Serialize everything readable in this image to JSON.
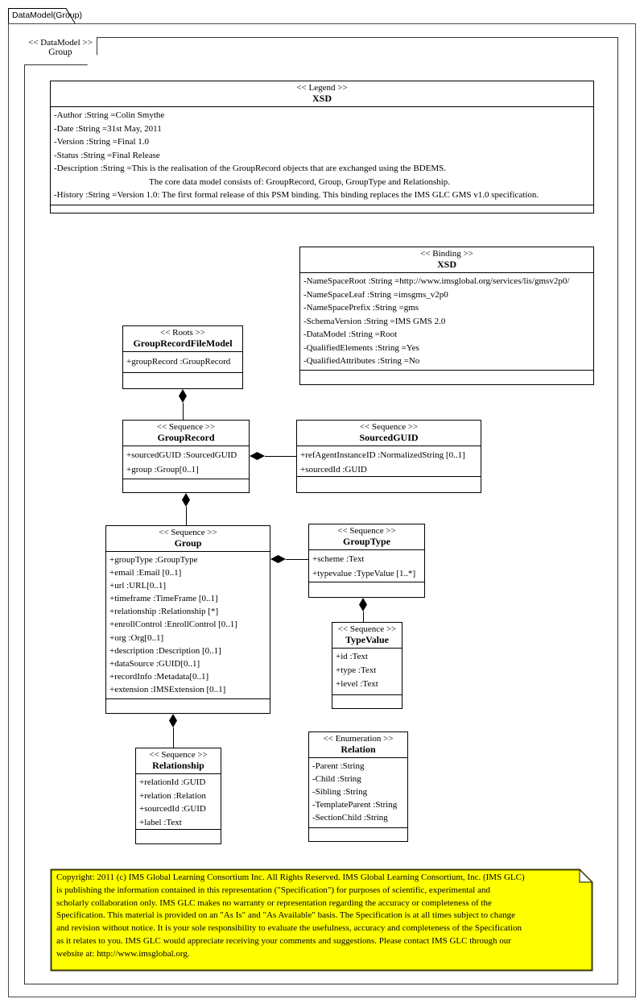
{
  "diagram": {
    "tab_label": "DataModel(Group)",
    "frame_stereotype": "<< DataModel >>",
    "frame_name": "Group"
  },
  "colors": {
    "note_fill": "#ffff00",
    "note_border": "#3b3b0b",
    "line": "#000000",
    "box_fill": "#ffffff"
  },
  "classes": {
    "legend": {
      "stereotype": "<< Legend >>",
      "name": "XSD",
      "attributes": [
        "-Author :String =Colin Smythe",
        "-Date :String =31st May, 2011",
        "-Version :String =Final 1.0",
        "-Status :String =Final Release",
        "-Description :String =This is the realisation of the GroupRecord objects that are exchanged using the BDEMS.",
        {
          "text": "The core data model consists of: GroupRecord, Group, GroupType and Relationship.",
          "indent": 118
        },
        "-History :String =Version 1.0: The first formal release of this PSM binding. This binding replaces the IMS GLC GMS v1.0 specification."
      ]
    },
    "binding": {
      "stereotype": "<< Binding >>",
      "name": "XSD",
      "attributes": [
        "-NameSpaceRoot :String =http://www.imsglobal.org/services/lis/gmsv2p0/",
        "-NameSpaceLeaf :String =imsgms_v2p0",
        "-NameSpacePrefix :String =gms",
        "-SchemaVersion :String =IMS GMS 2.0",
        "-DataModel :String =Root",
        "-QualifiedElements :String =Yes",
        "-QualifiedAttributes :String =No"
      ]
    },
    "roots": {
      "stereotype": "<< Roots >>",
      "name": "GroupRecordFileModel",
      "attributes": [
        "+groupRecord :GroupRecord"
      ]
    },
    "group_record": {
      "stereotype": "<< Sequence >>",
      "name": "GroupRecord",
      "attributes": [
        "+sourcedGUID :SourcedGUID",
        "+group :Group[0..1]"
      ]
    },
    "sourced_guid": {
      "stereotype": "<< Sequence >>",
      "name": "SourcedGUID",
      "attributes": [
        "+refAgentInstanceID :NormalizedString [0..1]",
        "+sourcedId :GUID"
      ]
    },
    "group": {
      "stereotype": "<< Sequence >>",
      "name": "Group",
      "attributes": [
        "+groupType :GroupType",
        "+email :Email [0..1]",
        "+url :URL[0..1]",
        "+timeframe :TimeFrame [0..1]",
        "+relationship :Relationship [*]",
        "+enrollControl :EnrollControl [0..1]",
        "+org :Org[0..1]",
        "+description :Description [0..1]",
        "+dataSource :GUID[0..1]",
        "+recordInfo :Metadata[0..1]",
        "+extension :IMSExtension [0..1]"
      ]
    },
    "group_type": {
      "stereotype": "<< Sequence >>",
      "name": "GroupType",
      "attributes": [
        "+scheme :Text",
        "+typevalue :TypeValue [1..*]"
      ]
    },
    "type_value": {
      "stereotype": "<< Sequence >>",
      "name": "TypeValue",
      "attributes": [
        "+id :Text",
        "+type :Text",
        "+level :Text"
      ]
    },
    "relationship": {
      "stereotype": "<< Sequence >>",
      "name": "Relationship",
      "attributes": [
        "+relationId :GUID",
        "+relation :Relation",
        "+sourcedId :GUID",
        "+label :Text"
      ]
    },
    "relation": {
      "stereotype": "<< Enumeration >>",
      "name": "Relation",
      "attributes": [
        "-Parent :String",
        "-Child :String",
        "-Sibling :String",
        "-TemplateParent :String",
        "-SectionChild :String"
      ]
    }
  },
  "note": {
    "lines": [
      "Copyright: 2011 (c) IMS Global Learning Consortium Inc.  All Rights Reserved.  IMS Global Learning Consortium, Inc. (IMS GLC)",
      "is publishing the information contained in this representation (\"Specification\") for purposes of scientific, experimental and",
      "scholarly collaboration only.  IMS GLC makes no warranty or representation regarding the accuracy or completeness of the",
      "Specification.  This material is provided on an \"As Is\" and \"As Available\" basis.  The Specification is at all times subject to change",
      "and revision without notice.  It is your sole responsibility to evaluate the usefulness, accuracy and completeness of the Specification",
      "as it relates to you.  IMS GLC would appreciate receiving your comments and suggestions.  Please contact IMS GLC through our",
      "website at: http://www.imsglobal.org."
    ]
  }
}
